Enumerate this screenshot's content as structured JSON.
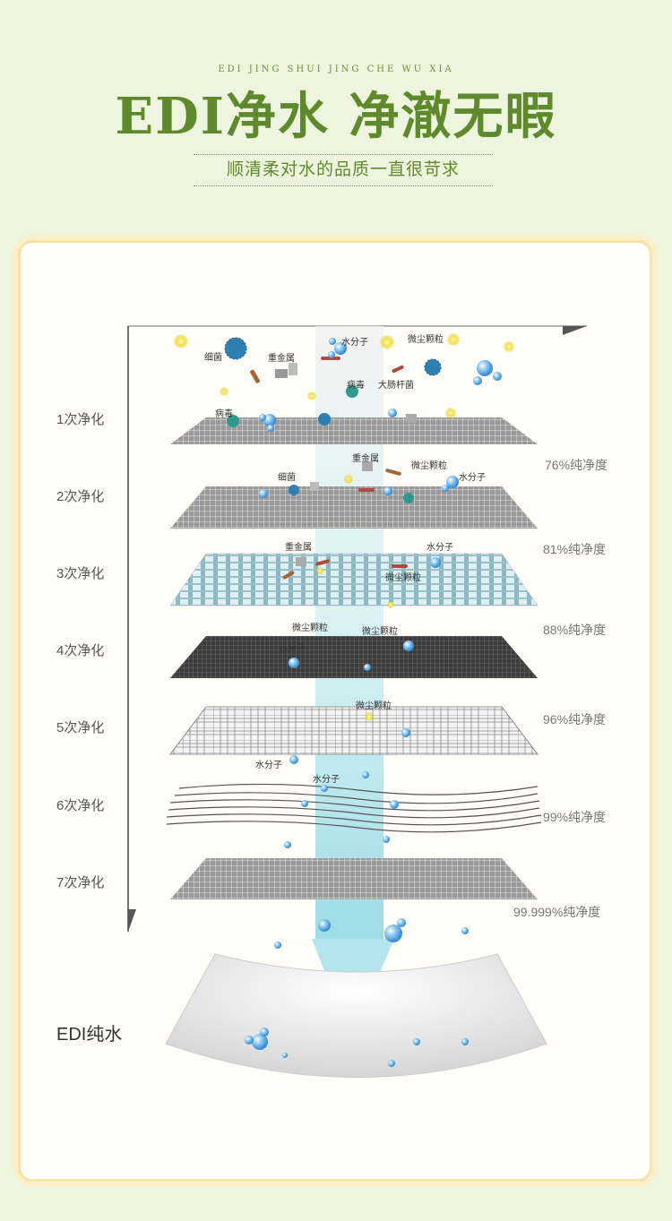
{
  "header": {
    "subtitle_en": "EDI JING SHUI   JING CHE WU XIA",
    "title": "EDI净水  净澈无暇",
    "tagline": "顺清柔对水的品质一直很苛求"
  },
  "stages": [
    {
      "label": "1次净化",
      "purity": ""
    },
    {
      "label": "2次净化",
      "purity": "76%纯净度"
    },
    {
      "label": "3次净化",
      "purity": "81%纯净度"
    },
    {
      "label": "4次净化",
      "purity": "88%纯净度"
    },
    {
      "label": "5次净化",
      "purity": "96%纯净度"
    },
    {
      "label": "6次净化",
      "purity": "99%纯净度"
    },
    {
      "label": "7次净化",
      "purity": "99.999%纯净度"
    }
  ],
  "result_label": "EDI纯水",
  "particle_tags": {
    "bacteria": "细菌",
    "heavy_metal": "重金属",
    "water_molecule": "水分子",
    "dust": "微尘颗粒",
    "virus": "病毒",
    "ecoli": "大肠杆菌"
  },
  "colors": {
    "brand_green": "#5e8a2c",
    "background": "#eef5de",
    "card_border": "#f7e3a6",
    "water_beam": "#aee8ef"
  }
}
